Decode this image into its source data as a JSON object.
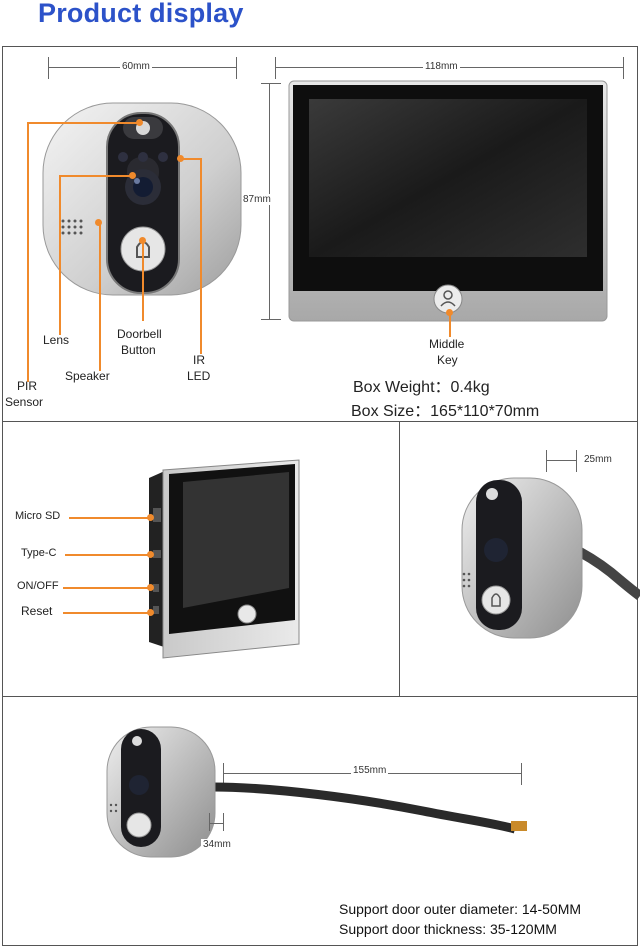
{
  "header": {
    "title": "Product display"
  },
  "top_panel": {
    "dim_width_viewer": "60mm",
    "dim_width_monitor": "118mm",
    "dim_height_monitor": "87mm",
    "labels": {
      "lens": "Lens",
      "doorbell": "Doorbell",
      "button": "Button",
      "speaker": "Speaker",
      "ir": "IR",
      "led": "LED",
      "pir": "PIR",
      "sensor": "Sensor",
      "middle": "Middle",
      "key": "Key"
    },
    "box_weight": "Box Weight：0.4kg",
    "box_size": "Box Size：165*110*70mm"
  },
  "side_panel": {
    "labels": {
      "micro_sd": "Micro SD",
      "type_c": "Type-C",
      "on_off": "ON/OFF",
      "reset": "Reset"
    }
  },
  "depth_panel": {
    "dim_depth": "25mm"
  },
  "bottom_panel": {
    "dim_cable": "155mm",
    "dim_width": "34mm",
    "support_outer": "Support door outer diameter: 14-50MM",
    "support_thickness": "Support door thickness: 35-120MM"
  },
  "colors": {
    "title": "#2c52c9",
    "callout": "#f08a2c"
  }
}
